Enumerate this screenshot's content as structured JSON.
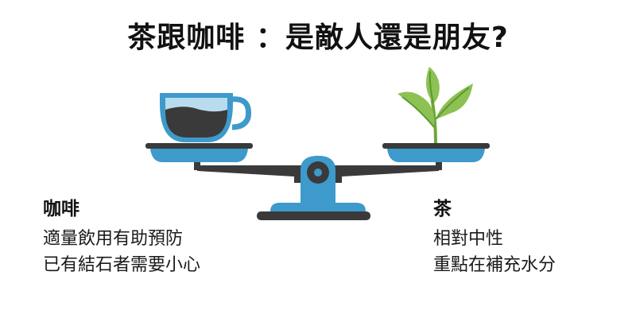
{
  "title": "茶跟咖啡 ：是敵人還是朋友?",
  "illustration": {
    "left_item": "coffee-cup",
    "right_item": "tea-plant",
    "colors": {
      "blue": "#3d9acb",
      "dark": "#3a3a3a",
      "light_blue": "#b8dcee",
      "leaf_light": "#8dc153",
      "leaf_dark": "#5a9a2e"
    }
  },
  "left": {
    "heading": "咖啡",
    "lines": [
      "適量飲用有助預防",
      "已有結石者需要小心"
    ]
  },
  "right": {
    "heading": "茶",
    "lines": [
      "相對中性",
      "重點在補充水分"
    ]
  }
}
